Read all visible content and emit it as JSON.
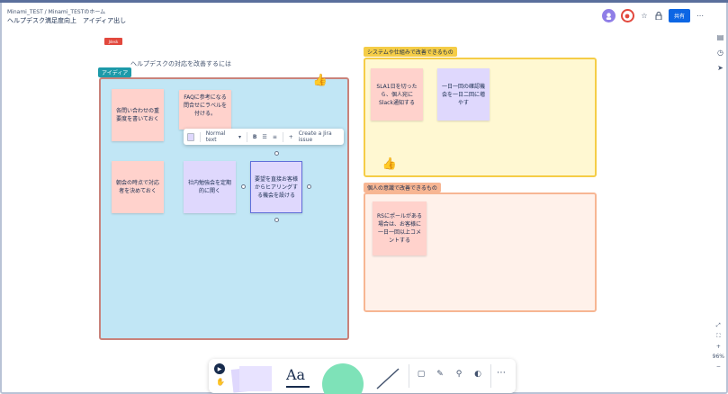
{
  "header": {
    "breadcrumb": "Minami_TEST  /  Minami_TESTのホーム",
    "title": "ヘルプデスク満足度向上　アイディア出し",
    "share_label": "共有"
  },
  "canvas": {
    "logo_label": "Jdesk",
    "board_title": "ヘルプデスクの対応を改善するには",
    "sections": {
      "idea": "アイディア",
      "system": "システムや仕組みで改善できるもの",
      "personal": "個人の意識で改善できるもの"
    },
    "stickies": {
      "s1": "各問い合わせの重要度を書いておく",
      "s2": "FAQに参考になる問合せにラベルを付ける。",
      "s3": "朝会の時点で対応者を決めておく",
      "s4": "社内勉強会を定期的に開く",
      "s5": "要望を直接お客様からヒアリングする機会を設ける",
      "s6": "SLA1日を切ったら、個人宛にSlack通知する",
      "s7": "一日一回の確認機会を一日二回に増やす",
      "s8": "RSにポールがある場合は、お客様に一日一回以上コメントする"
    },
    "floating_toolbar": {
      "text_style": "Normal text",
      "bold": "B",
      "create_issue": "Create a Jira issue"
    }
  },
  "bottom_toolbar": {
    "text_tool": "Aa"
  },
  "zoom": {
    "level": "96%"
  },
  "colors": {
    "accent": "#0c66e4",
    "idea_frame": "#c1e6f5",
    "system_frame": "#fff8d2",
    "personal_frame": "#fff1ea"
  }
}
